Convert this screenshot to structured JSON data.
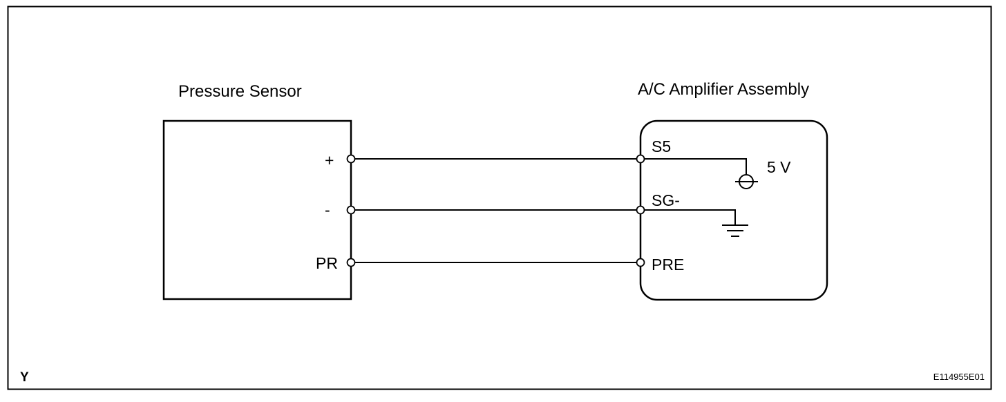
{
  "components": {
    "sensor": {
      "title": "Pressure Sensor",
      "pins": {
        "plus": "+",
        "minus": "-",
        "pr": "PR"
      }
    },
    "amplifier": {
      "title": "A/C Amplifier Assembly",
      "pins": {
        "s5": "S5",
        "sg": "SG-",
        "pre": "PRE"
      },
      "supply_label": "5 V"
    }
  },
  "footer": {
    "corner_mark": "Y",
    "figure_id": "E114955E01"
  },
  "colors": {
    "line": "#000000",
    "background": "#ffffff"
  }
}
